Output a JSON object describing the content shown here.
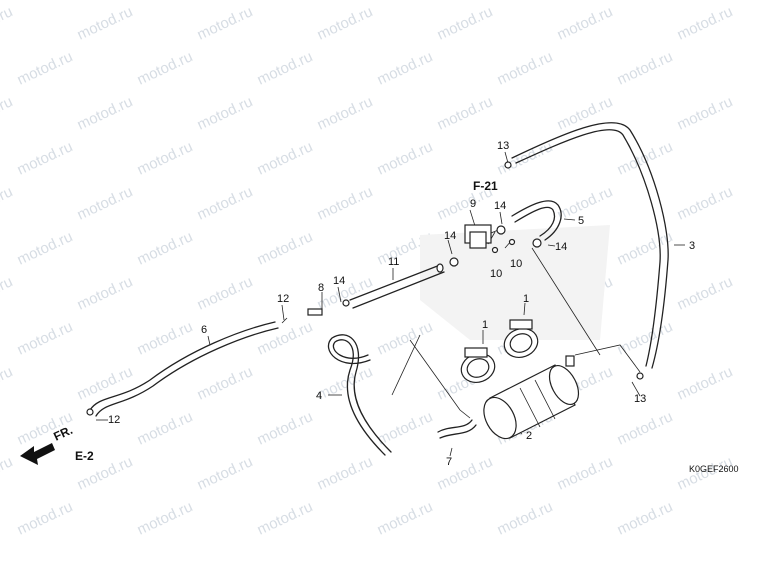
{
  "watermark": "motod.ru",
  "diagram_code": "K0GEF2600",
  "references": {
    "f21": "F-21",
    "e2": "E-2",
    "front": "FR."
  },
  "callouts": [
    {
      "id": "c1a",
      "label": "1"
    },
    {
      "id": "c1b",
      "label": "1"
    },
    {
      "id": "c2",
      "label": "2"
    },
    {
      "id": "c3",
      "label": "3"
    },
    {
      "id": "c4",
      "label": "4"
    },
    {
      "id": "c5",
      "label": "5"
    },
    {
      "id": "c6",
      "label": "6"
    },
    {
      "id": "c7",
      "label": "7"
    },
    {
      "id": "c8",
      "label": "8"
    },
    {
      "id": "c9",
      "label": "9"
    },
    {
      "id": "c10a",
      "label": "10"
    },
    {
      "id": "c10b",
      "label": "10"
    },
    {
      "id": "c11",
      "label": "11"
    },
    {
      "id": "c12a",
      "label": "12"
    },
    {
      "id": "c12b",
      "label": "12"
    },
    {
      "id": "c13a",
      "label": "13"
    },
    {
      "id": "c13b",
      "label": "13"
    },
    {
      "id": "c14a",
      "label": "14"
    },
    {
      "id": "c14b",
      "label": "14"
    },
    {
      "id": "c14c",
      "label": "14"
    },
    {
      "id": "c14d",
      "label": "14"
    }
  ]
}
